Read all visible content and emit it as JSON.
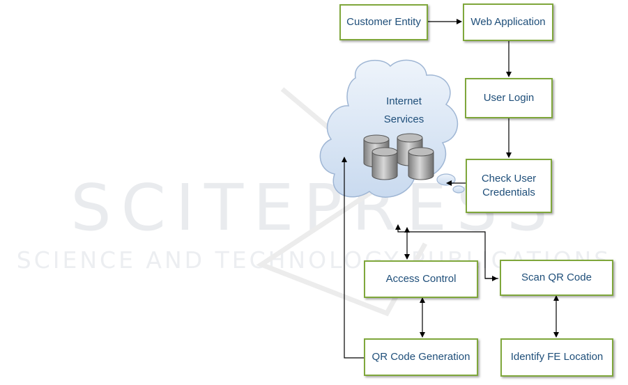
{
  "watermark": {
    "publisher": "SCITEPRESS",
    "tagline": "SCIENCE AND TECHNOLOGY PUBLICATIONS"
  },
  "nodes": {
    "customer_entity": "Customer Entity",
    "web_application": "Web Application",
    "user_login": "User Login",
    "check_credentials": "Check User Credentials",
    "access_control": "Access Control",
    "scan_qr": "Scan QR Code",
    "qr_generation": "QR Code Generation",
    "identify_fe": "Identify FE Location"
  },
  "cloud": {
    "label_line1": "Internet",
    "label_line2": "Services"
  },
  "colors": {
    "box_border": "#7fa73b",
    "text": "#1e4e79",
    "cloud_fill": "#d9e6f5",
    "cloud_stroke": "#9fb6d4",
    "arrow": "#000000"
  }
}
